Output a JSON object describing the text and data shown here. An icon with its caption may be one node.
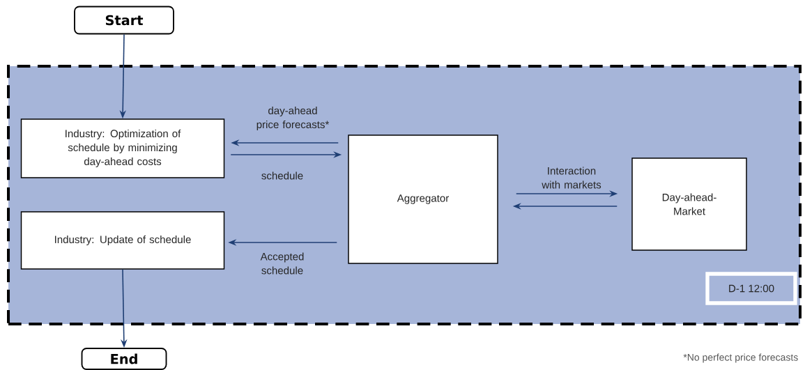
{
  "diagram": {
    "nodes": [
      {
        "text": [
          "Start"
        ]
      },
      {
        "text": [],
        "shape": "box"
      },
      {
        "text": [
          "Industry: Optimization of schedule by minimizing day-ahead costs"
        ],
        "in": 1
      },
      {
        "text": [
          "Aggregator"
        ],
        "in": 1
      },
      {
        "text": [
          "Day-ahead-Market"
        ],
        "in": 1
      },
      {
        "text": [
          "Industry: Update of schedule"
        ],
        "in": 1
      },
      {
        "text": [
          "D-1 12:00"
        ],
        "in": 1
      },
      {
        "text": [
          "End"
        ]
      }
    ],
    "edges": [
      {
        "from": 0,
        "to": 2,
        "arrow": "to"
      },
      {
        "from": 3,
        "to": 2,
        "arrow": "to",
        "label": "day-ahead price forecasts*"
      },
      {
        "from": 2,
        "to": 3,
        "arrow": "to",
        "label": "schedule"
      },
      {
        "from": 3,
        "to": 4,
        "arrow": "to",
        "label": "Interaction with markets"
      },
      {
        "from": 4,
        "to": 3,
        "arrow": "to"
      },
      {
        "from": 3,
        "to": 5,
        "arrow": "to",
        "label": "Accepted schedule"
      },
      {
        "from": 5,
        "to": 7,
        "arrow": "to"
      }
    ],
    "labels": [
      "*No perfect price forecasts"
    ]
  }
}
